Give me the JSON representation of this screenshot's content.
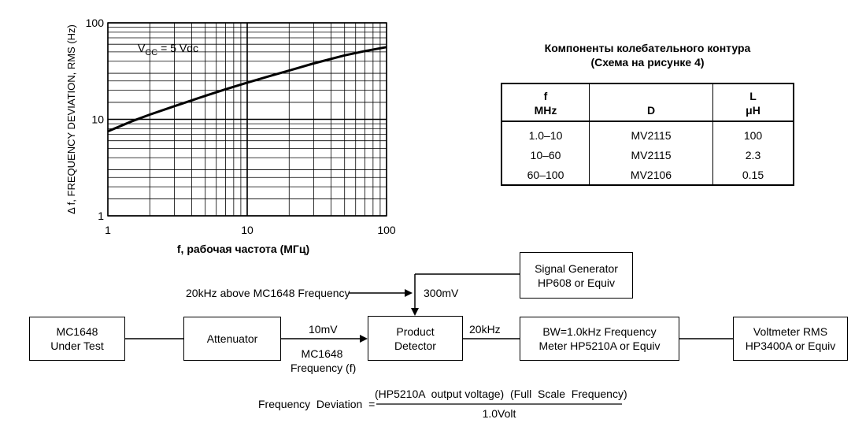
{
  "chart_data": {
    "type": "line",
    "x_scale": "log",
    "y_scale": "log",
    "xlim": [
      1,
      100
    ],
    "ylim": [
      1,
      100
    ],
    "grid": true,
    "xlabel": "f, рабочая частота (МГц)",
    "ylabel": "Δ f, FREQUENCY DEVIATION, RMS (Hz)",
    "x_ticks": [
      "1",
      "10",
      "100"
    ],
    "y_ticks": [
      "1",
      "10",
      "100"
    ],
    "annotation": {
      "main": "V",
      "sub": "CC",
      "rest": " = 5 Vdc"
    },
    "series": [
      {
        "x": [
          1,
          1.5,
          2,
          3,
          5,
          7,
          10,
          15,
          20,
          30,
          50,
          70,
          100
        ],
        "y": [
          7.5,
          9.6,
          11.2,
          13.7,
          17.5,
          20.5,
          24,
          28.5,
          32,
          38,
          46,
          51,
          56
        ]
      }
    ]
  },
  "table": {
    "title_line1": "Компоненты колебательного контура",
    "title_line2": "(Схема на рисунке 4)",
    "headers": [
      {
        "top": "f",
        "bottom": "MHz"
      },
      {
        "top": "",
        "bottom": "D"
      },
      {
        "top": "L",
        "bottom": "μH"
      }
    ],
    "rows": [
      [
        "1.0–10",
        "MV2115",
        "100"
      ],
      [
        "10–60",
        "MV2115",
        "2.3"
      ],
      [
        "60–100",
        "MV2106",
        "0.15"
      ]
    ]
  },
  "diagram": {
    "blocks": {
      "mc1648": [
        "MC1648",
        "Under Test"
      ],
      "attenuator": [
        "Attenuator"
      ],
      "product_detector": [
        "Product",
        "Detector"
      ],
      "bw_meter": [
        "BW=1.0kHz Frequency",
        "Meter HP5210A or Equiv"
      ],
      "voltmeter": [
        "Voltmeter RMS",
        "HP3400A or Equiv"
      ],
      "signal_generator": [
        "Signal Generator",
        "HP608 or Equiv"
      ]
    },
    "labels": {
      "above_freq": "20kHz above MC1648 Frequency",
      "mv300": "300mV",
      "mv10": "10mV",
      "mc1648_freq_1": "MC1648",
      "mc1648_freq_2": "Frequency (f)",
      "khz20": "20kHz"
    }
  },
  "formula": {
    "lhs": "Frequency  Deviation  =",
    "numerator": "(HP5210A  output voltage)  (Full  Scale  Frequency)",
    "denominator": "1.0Volt"
  }
}
